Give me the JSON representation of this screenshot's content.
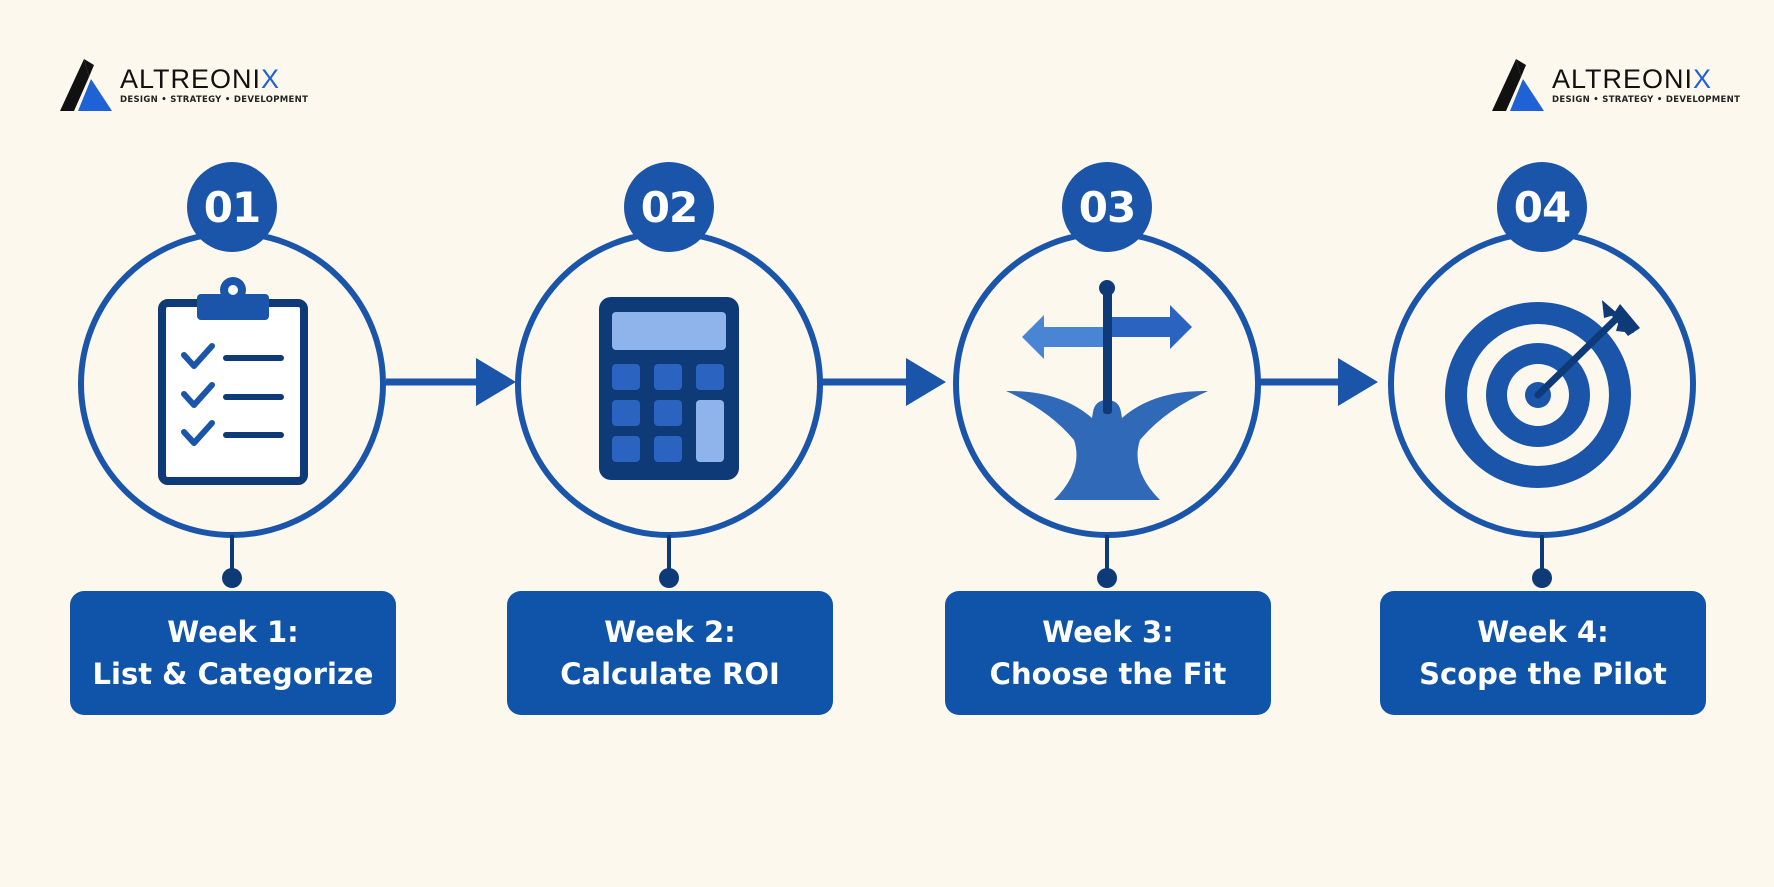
{
  "brand": {
    "name_main": "ALTREONI",
    "name_accent": "X",
    "tagline": "DESIGN • STRATEGY • DEVELOPMENT",
    "colors": {
      "accent": "#1e62d6",
      "dark": "#111111"
    }
  },
  "steps": [
    {
      "number": "01",
      "week": "Week 1:",
      "title": "List & Categorize",
      "icon": "clipboard-checklist-icon"
    },
    {
      "number": "02",
      "week": "Week 2:",
      "title": "Calculate ROI",
      "icon": "calculator-icon"
    },
    {
      "number": "03",
      "week": "Week 3:",
      "title": "Choose the Fit",
      "icon": "crossroads-signpost-icon"
    },
    {
      "number": "04",
      "week": "Week 4:",
      "title": "Scope the Pilot",
      "icon": "target-arrow-icon"
    }
  ],
  "colors": {
    "background": "#fcf8ee",
    "primary": "#0f54a8",
    "circle_stroke": "#1a55aa",
    "icon_dark": "#0e3a78",
    "icon_light": "#8fb4ec"
  }
}
